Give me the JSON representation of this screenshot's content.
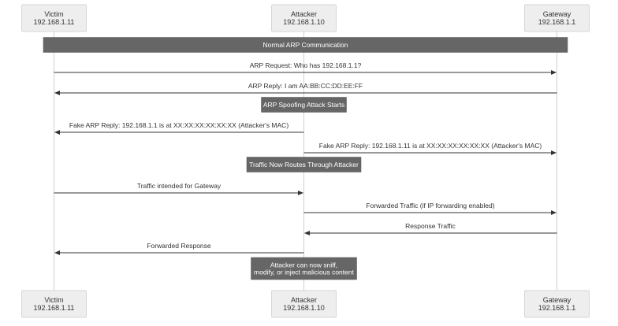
{
  "actors": [
    {
      "id": "victim",
      "name": "Victim",
      "ip": "192.168.1.11"
    },
    {
      "id": "attacker",
      "name": "Attacker",
      "ip": "192.168.1.10"
    },
    {
      "id": "gateway",
      "name": "Gateway",
      "ip": "192.168.1.1"
    }
  ],
  "steps": [
    {
      "kind": "banner",
      "text": "Normal ARP Communication"
    },
    {
      "kind": "message",
      "from": "victim",
      "to": "gateway",
      "text": "ARP Request: Who has 192.168.1.1?"
    },
    {
      "kind": "message",
      "from": "gateway",
      "to": "victim",
      "text": "ARP Reply: I am AA:BB:CC:DD:EE:FF"
    },
    {
      "kind": "note",
      "over": "attacker",
      "lines": [
        "ARP Spoofing Attack Starts"
      ]
    },
    {
      "kind": "message",
      "from": "attacker",
      "to": "victim",
      "text": "Fake ARP Reply: 192.168.1.1 is at XX:XX:XX:XX:XX:XX (Attacker's MAC)"
    },
    {
      "kind": "message",
      "from": "attacker",
      "to": "gateway",
      "text": "Fake ARP Reply: 192.168.1.11 is at XX:XX:XX:XX:XX:XX (Attacker's MAC)"
    },
    {
      "kind": "note",
      "over": "attacker",
      "lines": [
        "Traffic Now Routes Through Attacker"
      ]
    },
    {
      "kind": "message",
      "from": "victim",
      "to": "attacker",
      "text": "Traffic intended for Gateway"
    },
    {
      "kind": "message",
      "from": "attacker",
      "to": "gateway",
      "text": "Forwarded Traffic (if IP forwarding enabled)"
    },
    {
      "kind": "message",
      "from": "gateway",
      "to": "attacker",
      "text": "Response Traffic"
    },
    {
      "kind": "message",
      "from": "attacker",
      "to": "victim",
      "text": "Forwarded Response"
    },
    {
      "kind": "note",
      "over": "attacker",
      "lines": [
        "Attacker can now sniff,",
        "modify, or inject malicious content"
      ]
    }
  ]
}
